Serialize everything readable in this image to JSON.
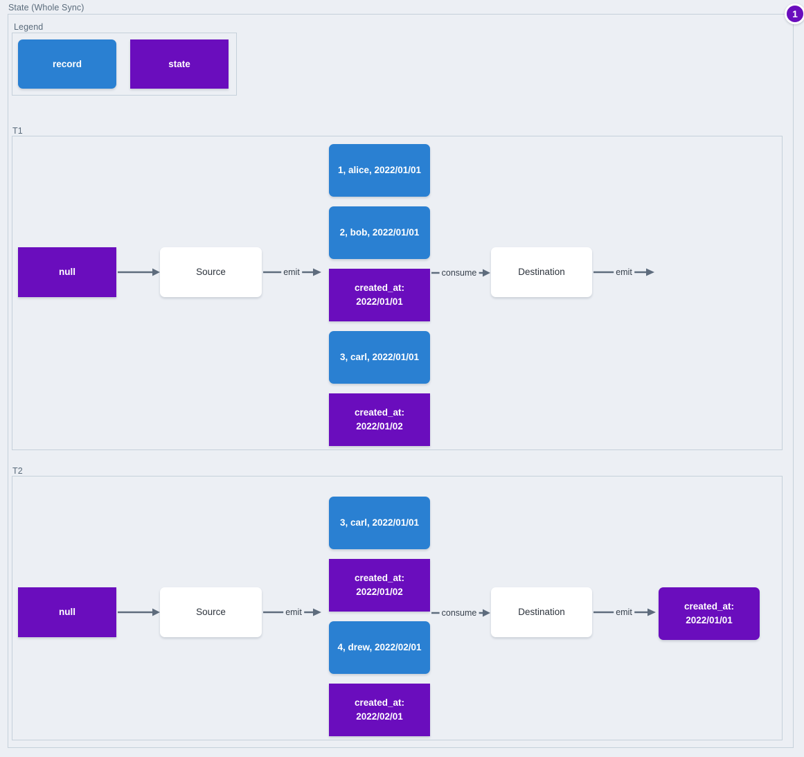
{
  "diagram": {
    "title": "State (Whole Sync)",
    "badge": "1",
    "colors": {
      "record": "#2a80d2",
      "state": "#6a0dbd",
      "background": "#eceff4",
      "border": "#c5d0da",
      "edge": "#5e6c7d"
    }
  },
  "legend": {
    "label": "Legend",
    "items": [
      {
        "label": "record",
        "kind": "record"
      },
      {
        "label": "state",
        "kind": "state"
      }
    ]
  },
  "t1": {
    "label": "T1",
    "nodes": {
      "state_in": "null",
      "source": "Source",
      "destination": "Destination",
      "stream": [
        {
          "text": "1, alice, 2022/01/01",
          "kind": "record"
        },
        {
          "text": "2, bob, 2022/01/01",
          "kind": "record"
        },
        {
          "text": "created_at:\n2022/01/01",
          "kind": "state"
        },
        {
          "text": "3, carl, 2022/01/01",
          "kind": "record"
        },
        {
          "text": "created_at:\n2022/01/02",
          "kind": "state"
        }
      ]
    },
    "edges": [
      {
        "label": ""
      },
      {
        "label": "emit"
      },
      {
        "label": "consume"
      },
      {
        "label": "emit"
      }
    ]
  },
  "t2": {
    "label": "T2",
    "nodes": {
      "state_in": "null",
      "source": "Source",
      "destination": "Destination",
      "state_out": "created_at:\n2022/01/01",
      "stream": [
        {
          "text": "3, carl, 2022/01/01",
          "kind": "record"
        },
        {
          "text": "created_at:\n2022/01/02",
          "kind": "state"
        },
        {
          "text": "4, drew, 2022/02/01",
          "kind": "record"
        },
        {
          "text": "created_at:\n2022/02/01",
          "kind": "state"
        }
      ]
    },
    "edges": [
      {
        "label": ""
      },
      {
        "label": "emit"
      },
      {
        "label": "consume"
      },
      {
        "label": "emit"
      }
    ]
  }
}
